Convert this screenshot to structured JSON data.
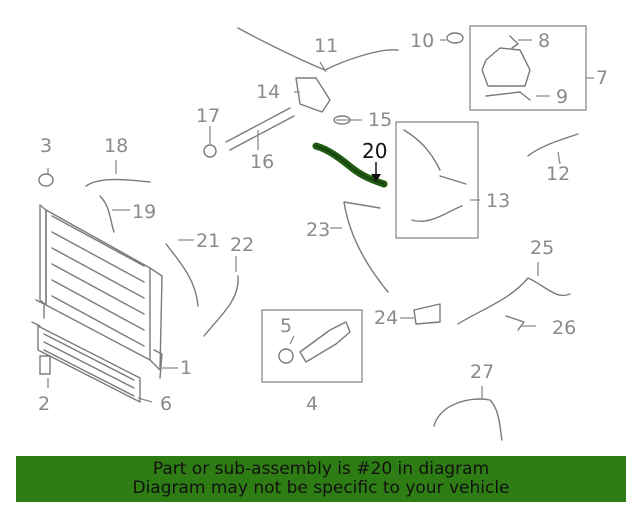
{
  "diagram": {
    "callouts": [
      "1",
      "2",
      "3",
      "4",
      "5",
      "6",
      "7",
      "8",
      "9",
      "10",
      "11",
      "12",
      "13",
      "14",
      "15",
      "16",
      "17",
      "18",
      "19",
      "20",
      "21",
      "22",
      "23",
      "24",
      "25",
      "26",
      "27"
    ],
    "highlight_color": "#1f5c12",
    "highlighted_part": "20"
  },
  "banner": {
    "line1": "Part or sub-assembly is #20 in diagram",
    "line2": "Diagram may not be specific to your vehicle",
    "color": "#2e7d14"
  }
}
